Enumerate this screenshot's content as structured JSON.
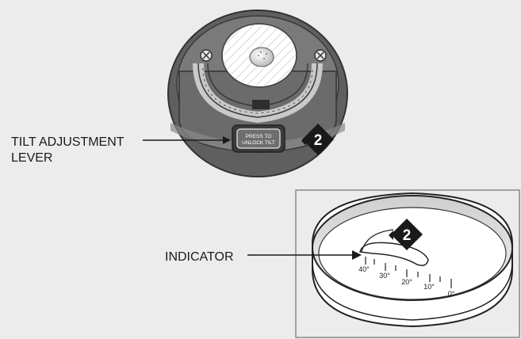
{
  "callouts": {
    "tilt_lever_line1": "TILT ADJUSTMENT",
    "tilt_lever_line2": "LEVER",
    "indicator": "INDICATOR"
  },
  "button_text": {
    "line1": "PRESS TO",
    "line2": "UNLOCK TILT"
  },
  "step_badges": {
    "top": "2",
    "bottom": "2"
  },
  "scale": {
    "label_40": "40°",
    "label_30": "30°",
    "label_20": "20°",
    "label_10": "10°",
    "label_0": "0°"
  },
  "colors": {
    "background": "#ececec",
    "device_dark": "#5a5a5a",
    "device_mid": "#8f8f8f",
    "device_light": "#bdbdbd",
    "badge": "#1a1a1a",
    "panel_border": "#8a8a8a"
  }
}
